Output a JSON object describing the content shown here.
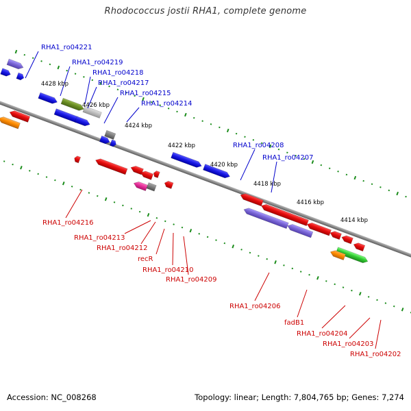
{
  "title": "Rhodococcus jostii RHA1, complete genome",
  "footer": {
    "accession": "Accession: NC_008268",
    "summary": "Topology: linear; Length: 7,804,765 bp; Genes: 7,274"
  },
  "colors": {
    "background": "#ffffff",
    "backbone": "#888888",
    "scale_dot": "#1a8c1a",
    "label_forward": "#0000cc",
    "label_reverse": "#cc0000",
    "leader_line_forward": "#0000cc",
    "leader_line_reverse": "#cc0000"
  },
  "gene_palette": {
    "blue": "#1a1ae6",
    "red": "#e60d0d",
    "violet": "#7b68d6",
    "olive": "#6b8e23",
    "gray": "#808080",
    "lightgray": "#c0c0c0",
    "pink": "#e6339b",
    "orange": "#ff8c00",
    "green": "#33cc33"
  },
  "scale_labels": [
    {
      "id": "kbp-4428",
      "text": "4428 kbp"
    },
    {
      "id": "kbp-4426",
      "text": "4426 kbp"
    },
    {
      "id": "kbp-4424",
      "text": "4424 kbp"
    },
    {
      "id": "kbp-4422",
      "text": "4422 kbp"
    },
    {
      "id": "kbp-4420",
      "text": "4420 kbp"
    },
    {
      "id": "kbp-4418",
      "text": "4418 kbp"
    },
    {
      "id": "kbp-4416",
      "text": "4416 kbp"
    },
    {
      "id": "kbp-4414",
      "text": "4414 kbp"
    }
  ],
  "gene_labels_forward": [
    {
      "id": "RHA1_ro04221",
      "text": "RHA1_ro04221"
    },
    {
      "id": "RHA1_ro04219",
      "text": "RHA1_ro04219"
    },
    {
      "id": "RHA1_ro04218",
      "text": "RHA1_ro04218"
    },
    {
      "id": "RHA1_ro04217",
      "text": "RHA1_ro04217"
    },
    {
      "id": "RHA1_ro04215",
      "text": "RHA1_ro04215"
    },
    {
      "id": "RHA1_ro04214",
      "text": "RHA1_ro04214"
    },
    {
      "id": "RHA1_ro04208",
      "text": "RHA1_ro04208"
    },
    {
      "id": "RHA1_ro04207",
      "text": "RHA1_ro04207"
    }
  ],
  "gene_labels_reverse": [
    {
      "id": "RHA1_ro04216",
      "text": "RHA1_ro04216"
    },
    {
      "id": "RHA1_ro04213",
      "text": "RHA1_ro04213"
    },
    {
      "id": "RHA1_ro04212",
      "text": "RHA1_ro04212"
    },
    {
      "id": "recR",
      "text": "recR"
    },
    {
      "id": "RHA1_ro04210",
      "text": "RHA1_ro04210"
    },
    {
      "id": "RHA1_ro04209",
      "text": "RHA1_ro04209"
    },
    {
      "id": "RHA1_ro04206",
      "text": "RHA1_ro04206"
    },
    {
      "id": "fadB1",
      "text": "fadB1"
    },
    {
      "id": "RHA1_ro04204",
      "text": "RHA1_ro04204"
    },
    {
      "id": "RHA1_ro04203",
      "text": "RHA1_ro04203"
    },
    {
      "id": "RHA1_ro04202",
      "text": "RHA1_ro04202"
    }
  ]
}
